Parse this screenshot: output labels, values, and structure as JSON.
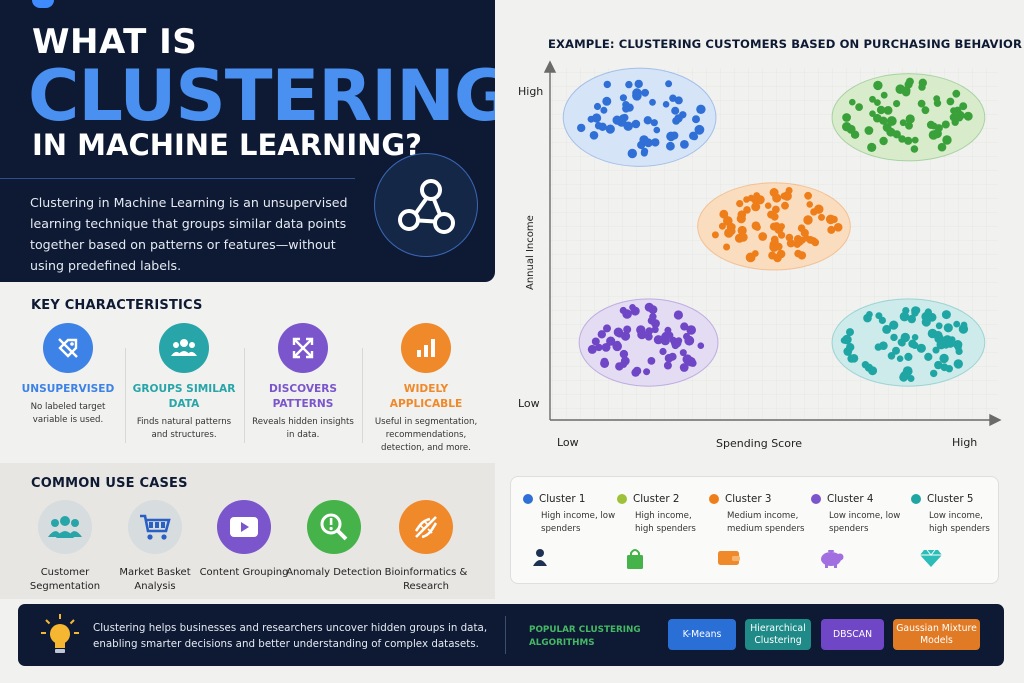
{
  "hero": {
    "title_line1": "WHAT IS",
    "title_line2": "CLUSTERING",
    "title_line3": "IN MACHINE LEARNING?",
    "description": "Clustering in Machine Learning is an unsupervised learning technique that groups similar data points together based on patterns or features—without using predefined labels.",
    "icon": "network-icon"
  },
  "key_characteristics": {
    "title": "KEY CHARACTERISTICS",
    "items": [
      {
        "label": "UNSUPERVISED",
        "desc": "No labeled target variable is used.",
        "color": "#3d82e6",
        "icon": "tag-slash-icon"
      },
      {
        "label": "GROUPS SIMILAR DATA",
        "desc": "Finds natural patterns and structures.",
        "color": "#27a5a8",
        "icon": "group-icon"
      },
      {
        "label": "DISCOVERS PATTERNS",
        "desc": "Reveals hidden insights in data.",
        "color": "#7a55cc",
        "icon": "expand-arrows-icon"
      },
      {
        "label": "WIDELY APPLICABLE",
        "desc": "Useful in segmentation, recommendations, detection, and more.",
        "color": "#f0892a",
        "icon": "bar-chart-icon"
      }
    ]
  },
  "use_cases": {
    "title": "COMMON USE CASES",
    "items": [
      {
        "label": "Customer Segmentation",
        "color": "#d7dcdf",
        "icon": "people-icon"
      },
      {
        "label": "Market Basket Analysis",
        "color": "#d7dcdf",
        "icon": "cart-icon"
      },
      {
        "label": "Content Grouping",
        "color": "#7a55cc",
        "icon": "play-icon"
      },
      {
        "label": "Anomaly Detection",
        "color": "#45b24a",
        "icon": "magnifier-alert-icon"
      },
      {
        "label": "Bioinformatics & Research",
        "color": "#f0892a",
        "icon": "dna-icon"
      }
    ]
  },
  "chart_data": {
    "type": "scatter",
    "title": "EXAMPLE: CLUSTERING CUSTOMERS BASED ON PURCHASING BEHAVIOR",
    "xlabel": "Spending Score",
    "ylabel": "Annual Income",
    "xticks": [
      "Low",
      "High"
    ],
    "yticks": [
      "High",
      "Low"
    ],
    "xlim": [
      0,
      100
    ],
    "ylim": [
      0,
      100
    ],
    "grid": true,
    "legend_position": "bottom",
    "series": [
      {
        "name": "Cluster 1",
        "color": "#2f6fd6",
        "fill": "#d6e4f7",
        "center": [
          20,
          86
        ],
        "spread": [
          11,
          9
        ],
        "count": 55
      },
      {
        "name": "Cluster 2",
        "color": "#3aa13a",
        "fill": "#d8eccb",
        "center": [
          80,
          86
        ],
        "spread": [
          11,
          8
        ],
        "count": 60
      },
      {
        "name": "Cluster 3",
        "color": "#ee7e1a",
        "fill": "#fadcbf",
        "center": [
          50,
          55
        ],
        "spread": [
          11,
          8
        ],
        "count": 75
      },
      {
        "name": "Cluster 4",
        "color": "#6f46c6",
        "fill": "#e3dcf2",
        "center": [
          22,
          22
        ],
        "spread": [
          10,
          8
        ],
        "count": 65
      },
      {
        "name": "Cluster 5",
        "color": "#1fa6a4",
        "fill": "#cdebea",
        "center": [
          80,
          22
        ],
        "spread": [
          11,
          8
        ],
        "count": 70
      }
    ]
  },
  "legend": [
    {
      "name": "Cluster 1",
      "desc": "High income, low spenders",
      "color": "#2f6fd6",
      "icon": "person-icon"
    },
    {
      "name": "Cluster 2",
      "desc": "High income, high spenders",
      "color": "#9ec13a",
      "icon": "shopping-bag-icon"
    },
    {
      "name": "Cluster 3",
      "desc": "Medium income, medium spenders",
      "color": "#ee7e1a",
      "icon": "wallet-icon"
    },
    {
      "name": "Cluster 4",
      "desc": "Low income, low spenders",
      "color": "#7a55cc",
      "icon": "piggy-bank-icon"
    },
    {
      "name": "Cluster 5",
      "desc": "Low income, high spenders",
      "color": "#1fa6a4",
      "icon": "diamond-icon"
    }
  ],
  "footer": {
    "message": "Clustering helps businesses and researchers uncover hidden groups in data, enabling smarter decisions and better understanding of complex datasets.",
    "popular_label": "POPULAR CLUSTERING ALGORITHMS",
    "algorithms": [
      {
        "label": "K-Means",
        "color": "#2a6fd6"
      },
      {
        "label": "Hierarchical Clustering",
        "color": "#1f8a88"
      },
      {
        "label": "DBSCAN",
        "color": "#6f46c6"
      },
      {
        "label": "Gaussian Mixture Models",
        "color": "#e07a24"
      }
    ]
  }
}
